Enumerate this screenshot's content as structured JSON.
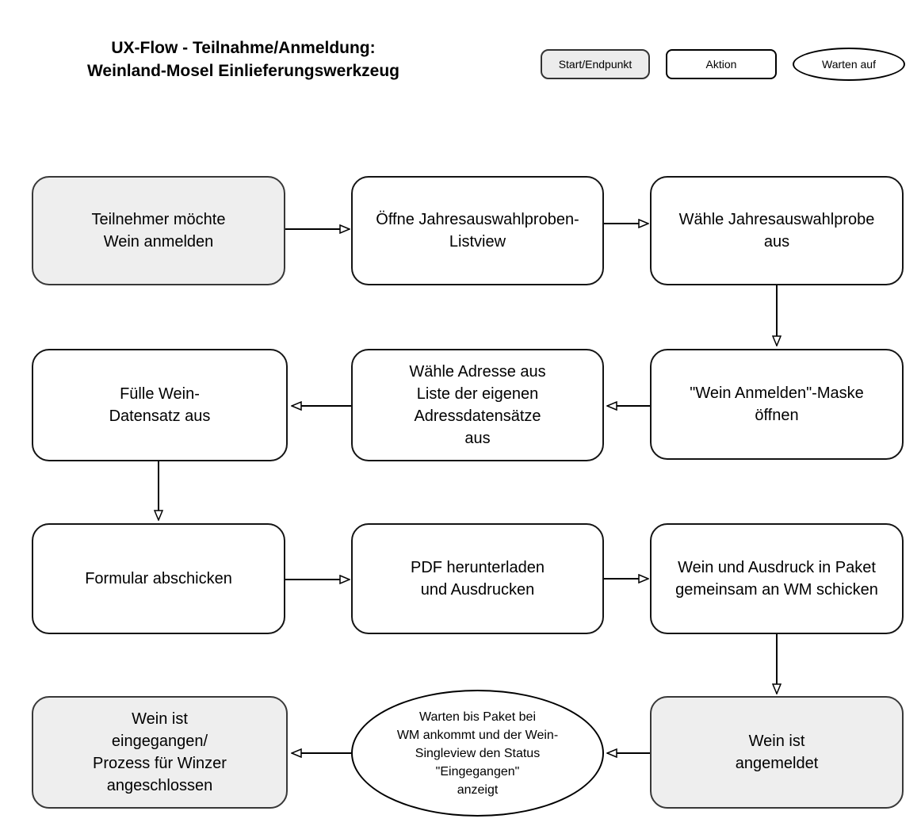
{
  "title": "UX-Flow - Teilnahme/Anmeldung:\nWeinland-Mosel Einlieferungswerkzeug",
  "legend": {
    "start_endpoint": "Start/Endpunkt",
    "action": "Aktion",
    "wait_for": "Warten auf"
  },
  "colors": {
    "start_end_fill": "#eeeeee",
    "action_fill": "#ffffff",
    "stroke": "#000000"
  },
  "nodes": {
    "start": "Teilnehmer möchte\nWein anmelden",
    "open_listview": "Öffne Jahresauswahlproben-\nListview",
    "select_sample": "Wähle Jahresauswahlprobe\naus",
    "open_mask": "\"Wein Anmelden\"-Maske\nöffnen",
    "select_address": "Wähle Adresse aus\nListe der eigenen\nAdressdatensätze\naus",
    "fill_record": "Fülle Wein-\nDatensatz aus",
    "submit_form": "Formular abschicken",
    "download_pdf": "PDF herunterladen\nund Ausdrucken",
    "send_package": "Wein und Ausdruck in Paket\ngemeinsam an WM schicken",
    "registered": "Wein ist\nangemeldet",
    "wait_package": "Warten bis Paket bei\nWM ankommt und der Wein-\nSingleview den Status\n\"Eingegangen\"\nanzeigt",
    "finished": "Wein ist\neingegangen/\nProzess für Winzer\nangeschlossen"
  }
}
